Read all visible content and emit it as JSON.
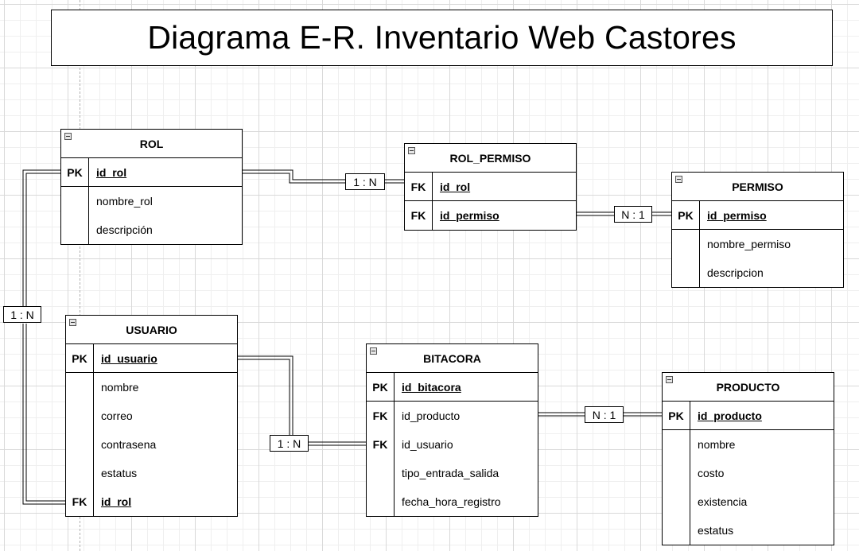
{
  "title": "Diagrama E-R. Inventario Web Castores",
  "entities": {
    "rol": {
      "name": "ROL",
      "rows": [
        {
          "key": "PK",
          "attr": "id_rol"
        },
        {
          "key": "",
          "attr": "nombre_rol"
        },
        {
          "key": "",
          "attr": "descripción"
        }
      ]
    },
    "rol_permiso": {
      "name": "ROL_PERMISO",
      "rows": [
        {
          "key": "FK",
          "attr": "id_rol"
        },
        {
          "key": "FK",
          "attr": "id_permiso"
        }
      ]
    },
    "permiso": {
      "name": "PERMISO",
      "rows": [
        {
          "key": "PK",
          "attr": "id_permiso"
        },
        {
          "key": "",
          "attr": "nombre_permiso"
        },
        {
          "key": "",
          "attr": "descripcion"
        }
      ]
    },
    "usuario": {
      "name": "USUARIO",
      "rows": [
        {
          "key": "PK",
          "attr": "id_usuario"
        },
        {
          "key": "",
          "attr": "nombre"
        },
        {
          "key": "",
          "attr": "correo"
        },
        {
          "key": "",
          "attr": "contrasena"
        },
        {
          "key": "",
          "attr": "estatus"
        },
        {
          "key": "FK",
          "attr": "id_rol"
        }
      ]
    },
    "bitacora": {
      "name": "BITACORA",
      "rows": [
        {
          "key": "PK",
          "attr": "id_bitacora"
        },
        {
          "key": "FK",
          "attr": "id_producto"
        },
        {
          "key": "FK",
          "attr": "id_usuario"
        },
        {
          "key": "",
          "attr": "tipo_entrada_salida"
        },
        {
          "key": "",
          "attr": "fecha_hora_registro"
        }
      ]
    },
    "producto": {
      "name": "PRODUCTO",
      "rows": [
        {
          "key": "PK",
          "attr": "id_producto"
        },
        {
          "key": "",
          "attr": "nombre"
        },
        {
          "key": "",
          "attr": "costo"
        },
        {
          "key": "",
          "attr": "existencia"
        },
        {
          "key": "",
          "attr": "estatus"
        }
      ]
    }
  },
  "relationships": {
    "rol_rolpermiso": "1 : N",
    "rolpermiso_permiso": "N : 1",
    "rol_usuario": "1 : N",
    "usuario_bitacora": "1 : N",
    "bitacora_producto": "N : 1"
  },
  "colors": {
    "line": "#000000",
    "grid_major": "#d9d9d9",
    "grid_minor": "#efefef"
  }
}
